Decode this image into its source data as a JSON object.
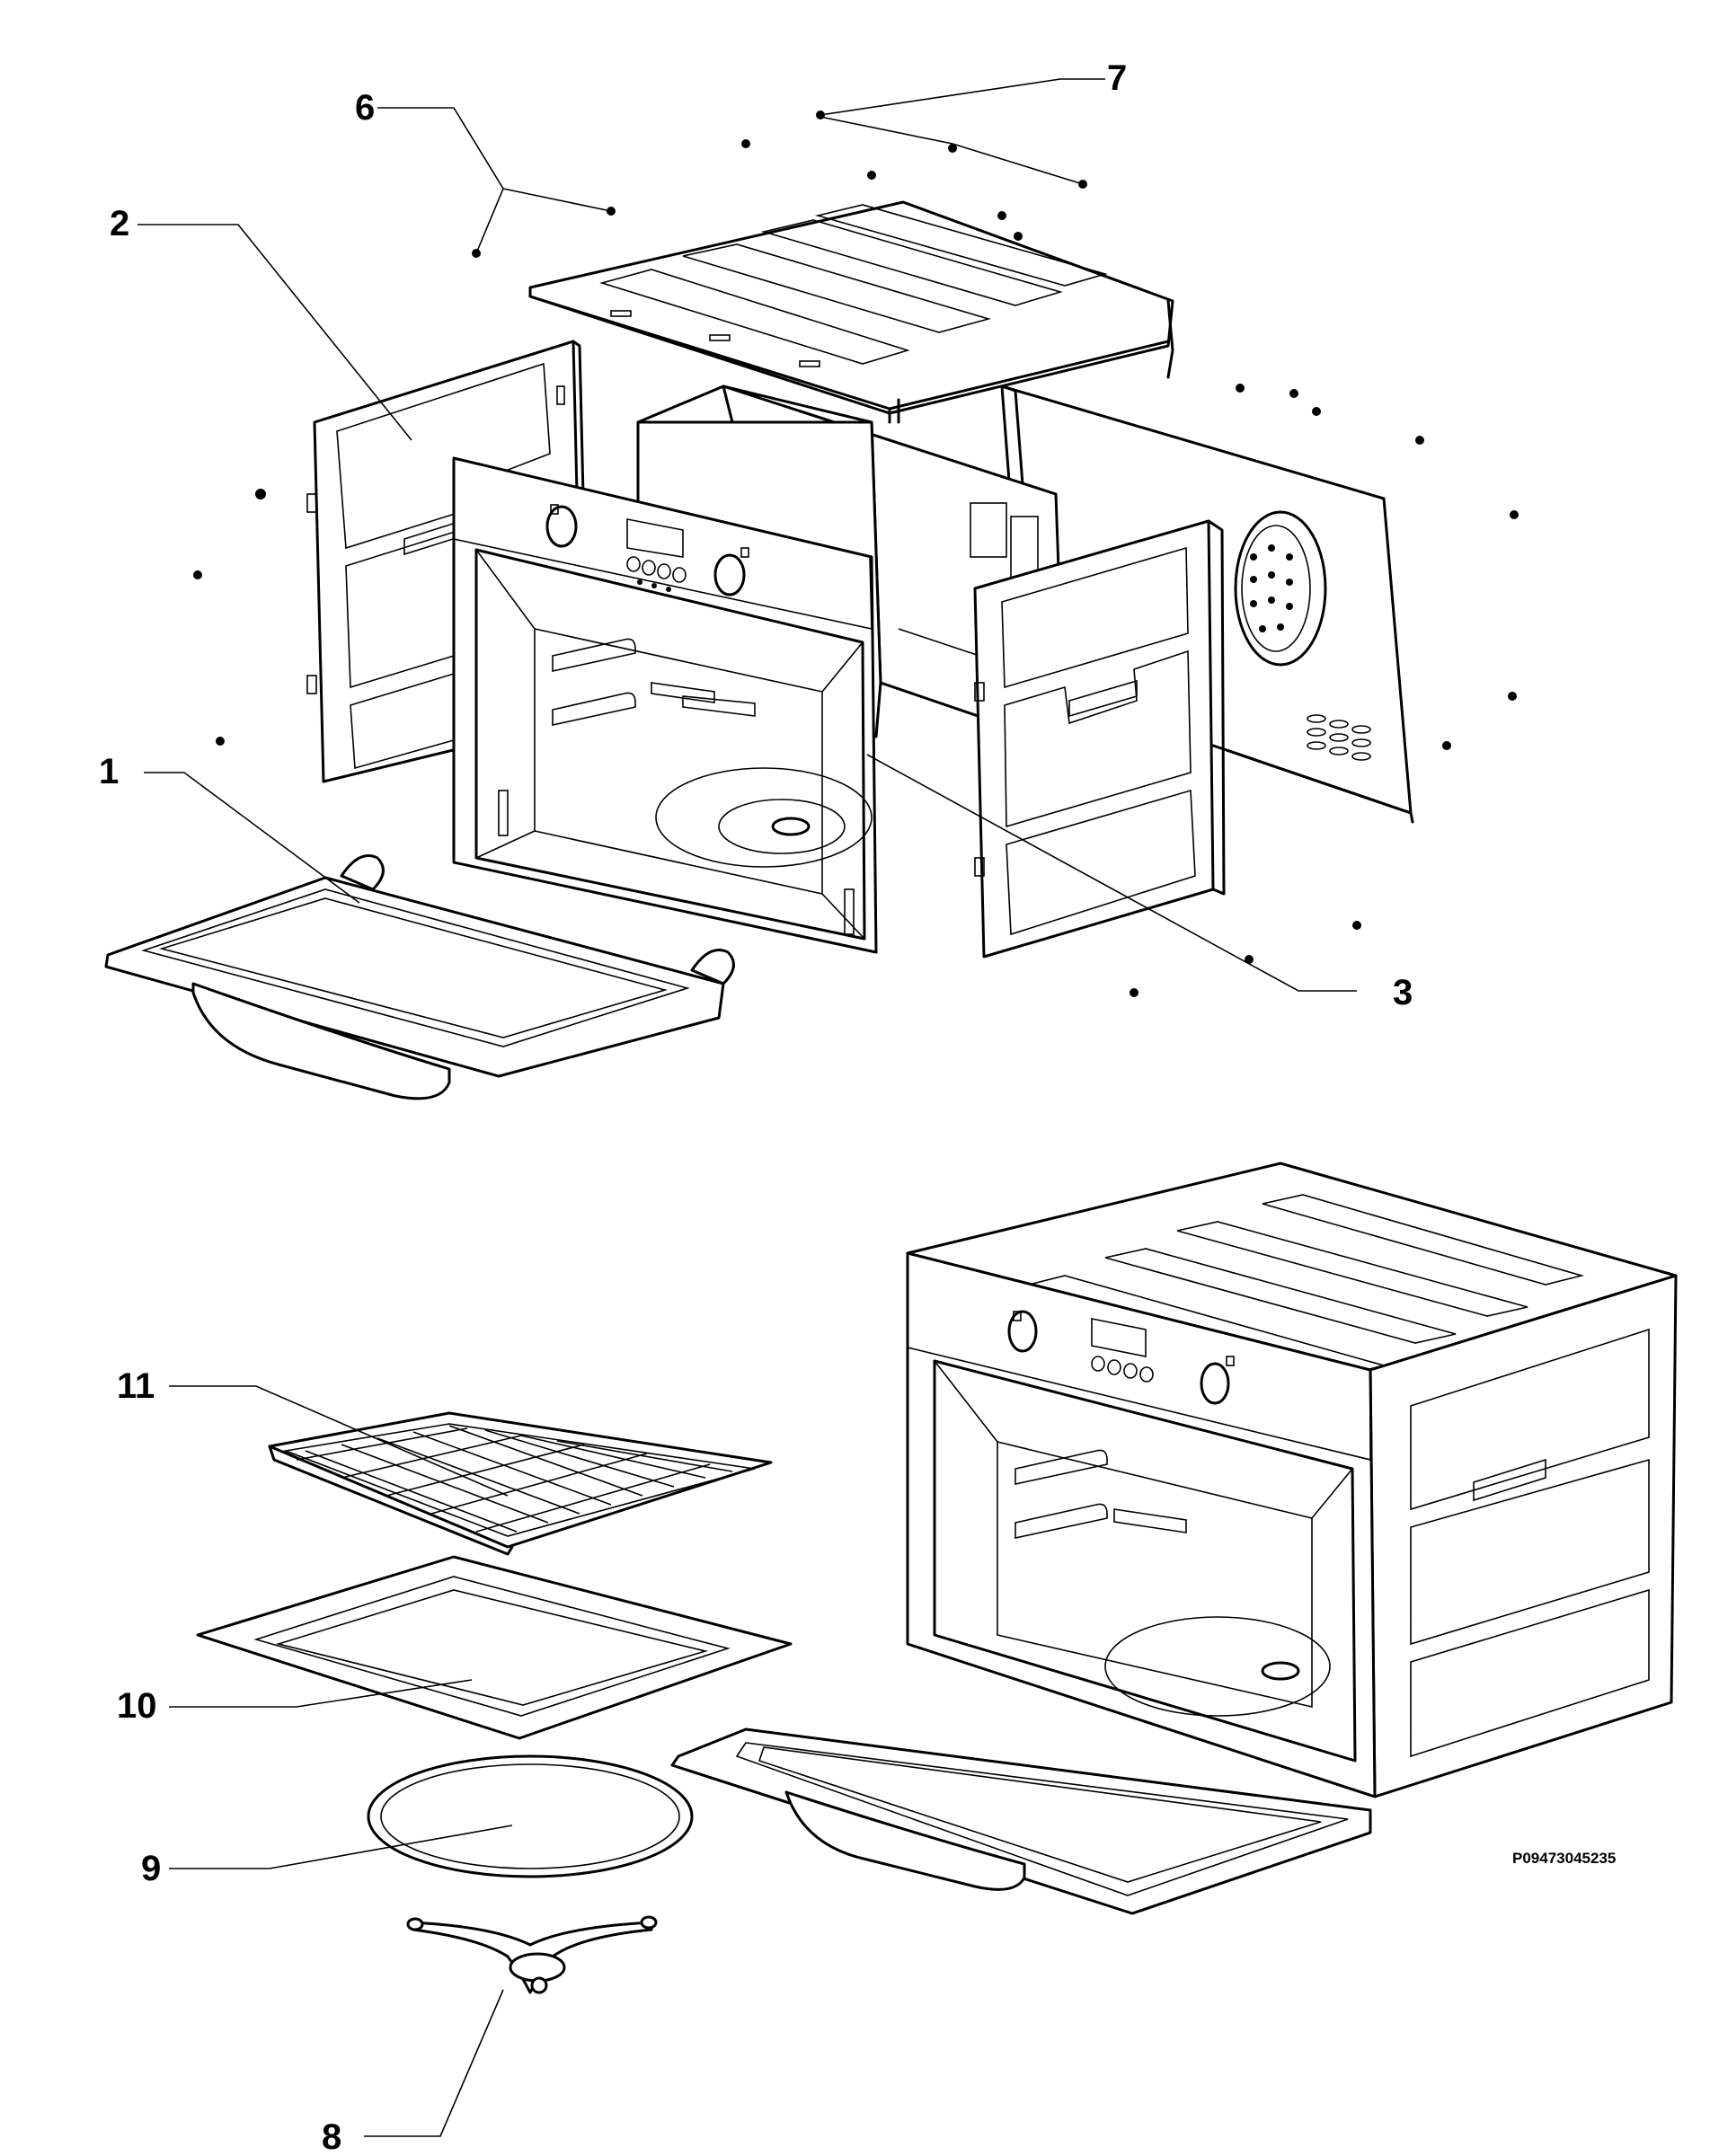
{
  "callouts": {
    "c1": "1",
    "c2": "2",
    "c3": "3",
    "c6": "6",
    "c7": "7",
    "c8": "8",
    "c9": "9",
    "c10": "10",
    "c11": "11"
  },
  "document_id": "P09473045235",
  "colors": {
    "ink": "#000000",
    "paper": "#ffffff"
  }
}
